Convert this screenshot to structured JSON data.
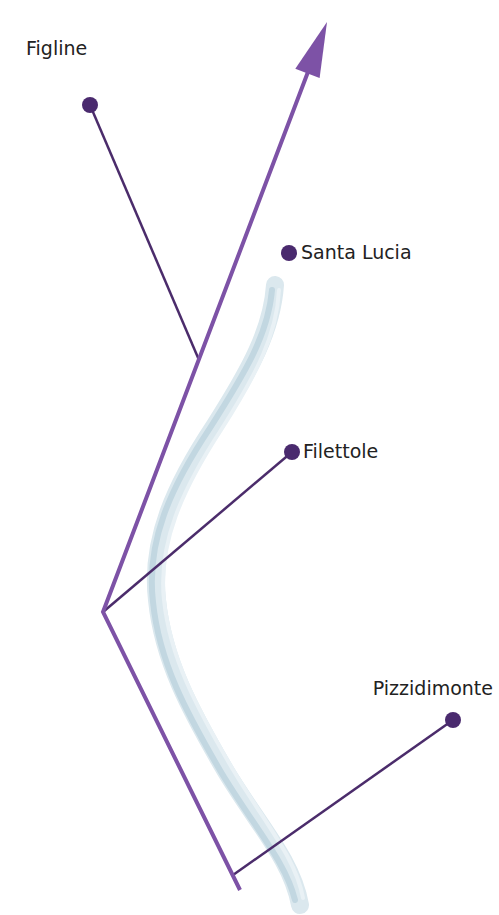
{
  "diagram": {
    "labels": [
      "Figline",
      "Santa Lucia",
      "Filettole",
      "Pizzidimonte"
    ]
  }
}
